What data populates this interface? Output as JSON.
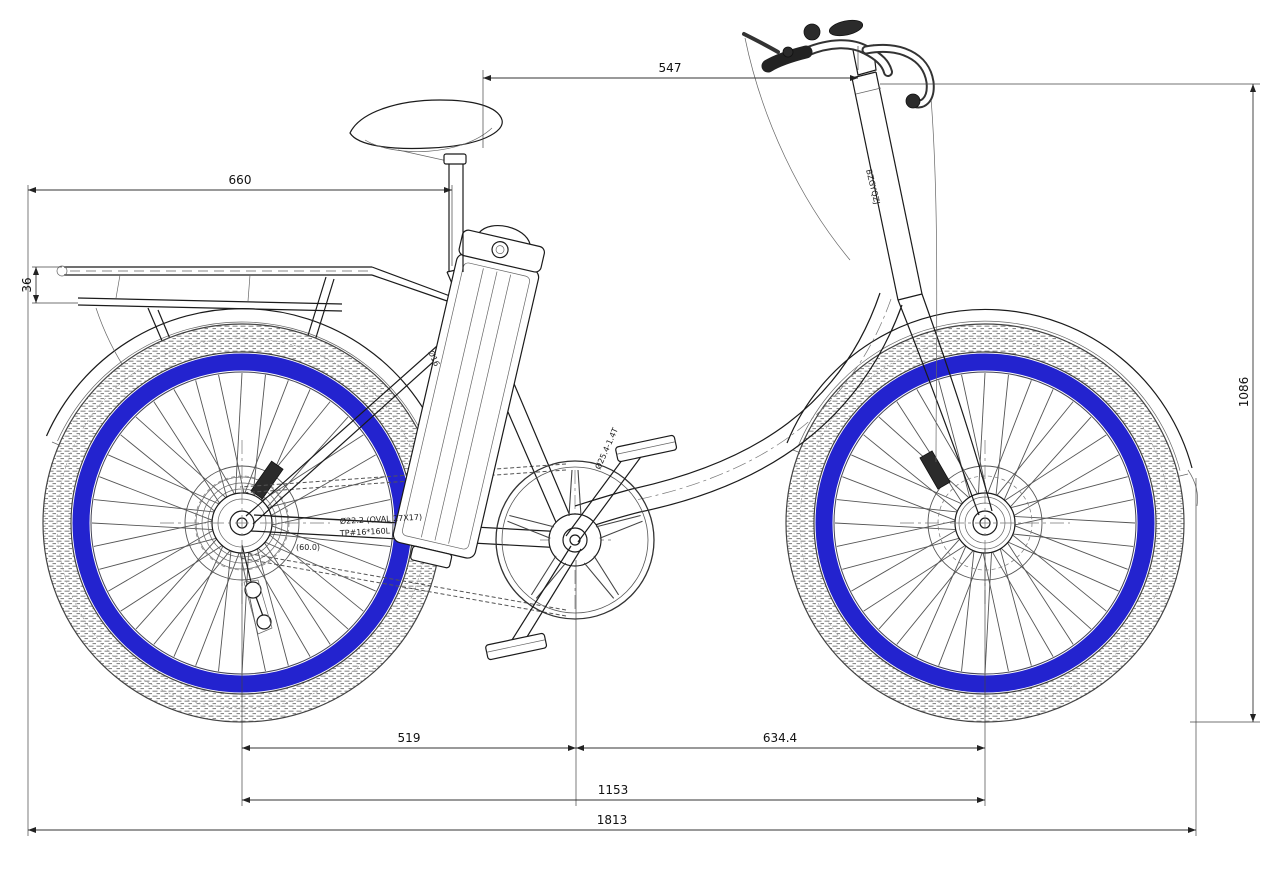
{
  "drawing": {
    "dims": {
      "top_width": "547",
      "rack_span": "660",
      "rack_drop": "36",
      "overall_height": "1086",
      "rear_center_to_bb": "519",
      "bb_to_front_center": "634.4",
      "wheelbase": "1153",
      "overall_length": "1813"
    },
    "notes": {
      "down_tube": "Ø25.4-1.4T",
      "chain_stay_spec": "Ø22.2 (OVAL 27X17)",
      "chain_stay_pipe": "TP#16*160L",
      "hub_note": "(60.0)",
      "seat_tube_note": "Ø16",
      "head_decal": "BZGYQZJ"
    },
    "colors": {
      "rim_blue": "#2323cf",
      "line": "#1b1b1b"
    }
  }
}
